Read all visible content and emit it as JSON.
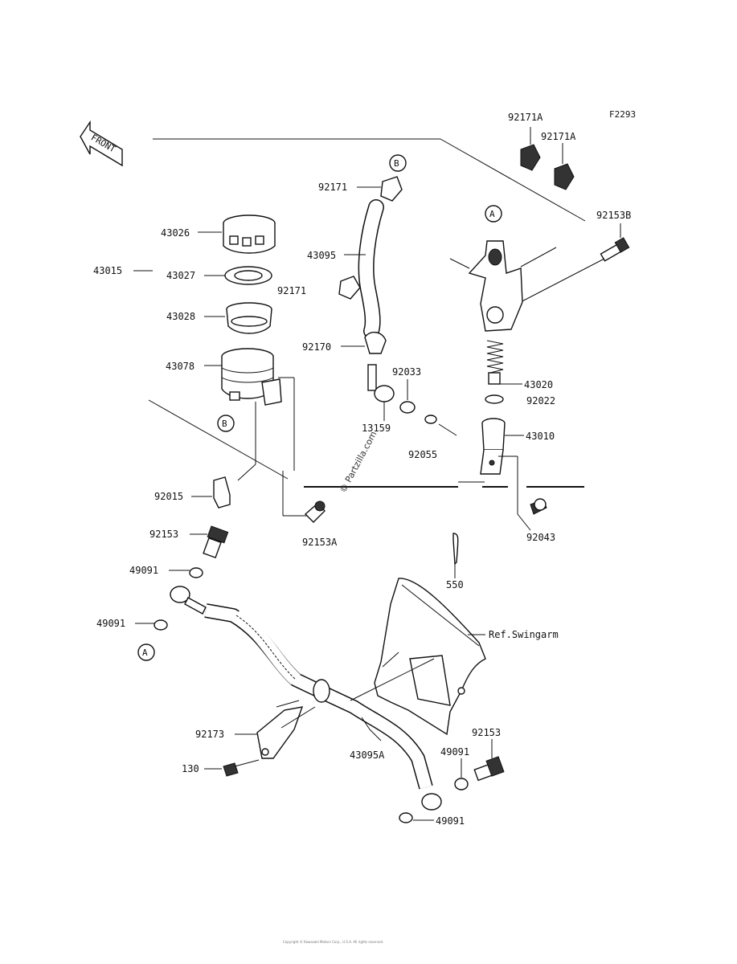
{
  "figure_code": "F2293",
  "front_label": "FRONT",
  "watermark": "© Partzilla.com",
  "ref_label": "Ref.Swingarm",
  "footer_text": "Copyright © Kawasaki Motors Corp., U.S.A.  All rights reserved.",
  "callouts": {
    "c92171A_1": "92171A",
    "c92171A_2": "92171A",
    "c92153B": "92153B",
    "c92171_top": "92171",
    "c43026": "43026",
    "c43015": "43015",
    "c43027": "43027",
    "c43095": "43095",
    "c92171_mid": "92171",
    "c43028": "43028",
    "c92170": "92170",
    "c43078": "43078",
    "c92033": "92033",
    "c43020": "43020",
    "c92022": "92022",
    "c13159": "13159",
    "c43010": "43010",
    "c92055": "92055",
    "c92015": "92015",
    "c92043": "92043",
    "c92153": "92153",
    "c92153A": "92153A",
    "c49091_a": "49091",
    "c550": "550",
    "c49091_b": "49091",
    "c92173": "92173",
    "c43095A": "43095A",
    "c92153_b": "92153",
    "c49091_c": "49091",
    "c130": "130",
    "c49091_d": "49091"
  },
  "markers": {
    "m_b_top": "B",
    "m_a_top": "A",
    "m_b_res": "B",
    "m_a_low": "A"
  }
}
